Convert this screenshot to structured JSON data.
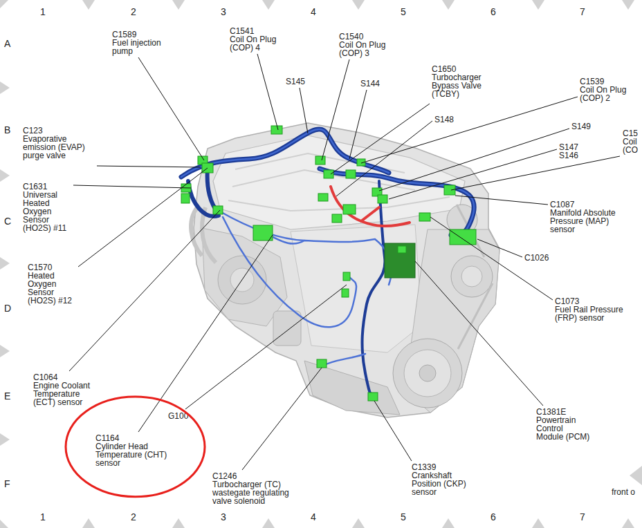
{
  "diagram": {
    "nodes": [
      {
        "text": [
          "C1164",
          "Cylinder Head Temperature (CHT) sensor"
        ]
      }
    ],
    "labels": [
      "1",
      "2",
      "3",
      "4",
      "5",
      "6",
      "7",
      "A",
      "B",
      "C",
      "D",
      "E",
      "F",
      "C1589",
      "Fuel injection pump",
      "C1541",
      "Coil On Plug (COP) 4",
      "C1540",
      "Coil On Plug (COP) 3",
      "S145",
      "S144",
      "C1650",
      "Turbocharger Bypass Valve (TCBY)",
      "C1539",
      "Coil On Plug (COP) 2",
      "S148",
      "S149",
      "C15",
      "Coil (CO",
      "S147",
      "S146",
      "C123",
      "Evaporative emission (EVAP) purge valve",
      "C1631",
      "Universal Heated Oxygen Sensor (HO2S) #11",
      "C1570",
      "Heated Oxygen Sensor (HO2S) #12",
      "C1087",
      "Manifold Absolute Pressure (MAP) sensor",
      "C1026",
      "C1073",
      "Fuel Rail Pressure (FRP) sensor",
      "C1381E",
      "Powertrain Control Module (PCM)",
      "C1064",
      "Engine Coolant Temperature (ECT) sensor",
      "G100",
      "C1246",
      "Turbocharger (TC) wastegate regulating valve solenoid",
      "C1339",
      "Crankshaft Position (CKP) sensor",
      "front o",
      "1",
      "2",
      "3",
      "4",
      "5",
      "6",
      "7"
    ]
  }
}
